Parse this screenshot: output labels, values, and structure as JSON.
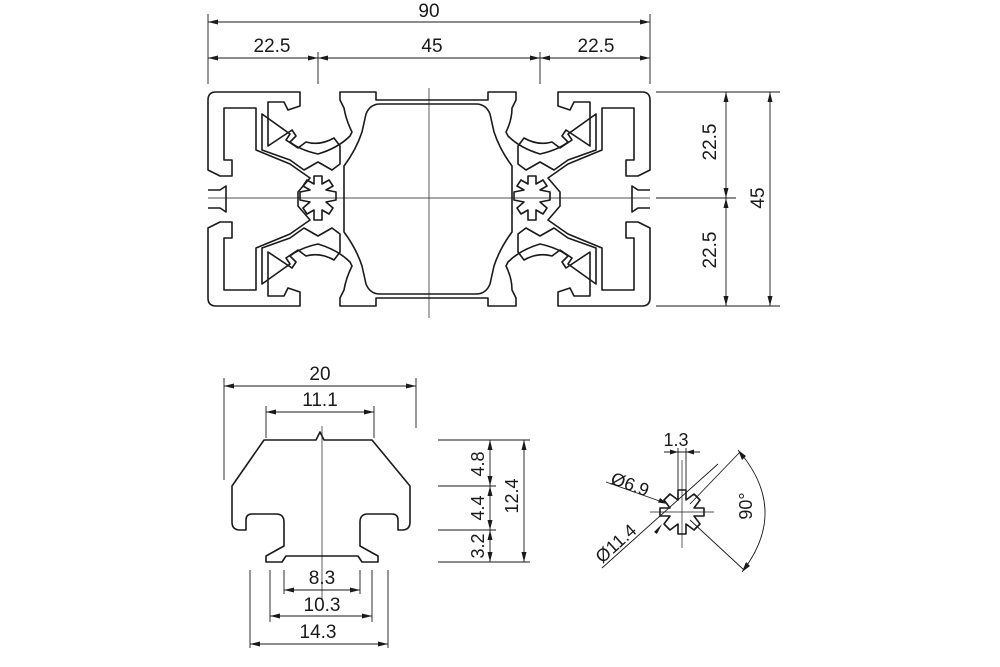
{
  "profile_view": {
    "overall_width": "90",
    "left_width": "22.5",
    "center_width": "45",
    "right_width": "22.5",
    "upper_height": "22.5",
    "lower_height": "22.5",
    "overall_height": "45"
  },
  "slot_view": {
    "top_width": "20",
    "inner_top_width": "11.1",
    "opening_width": "8.3",
    "lip_width": "10.3",
    "base_width": "14.3",
    "height_upper": "4.8",
    "height_middle": "4.4",
    "height_lower": "3.2",
    "height_total": "12.4"
  },
  "core_view": {
    "slot_width": "1.3",
    "inner_diameter": "Ø6.9",
    "outer_diameter": "Ø11.4",
    "angle": "90°"
  }
}
